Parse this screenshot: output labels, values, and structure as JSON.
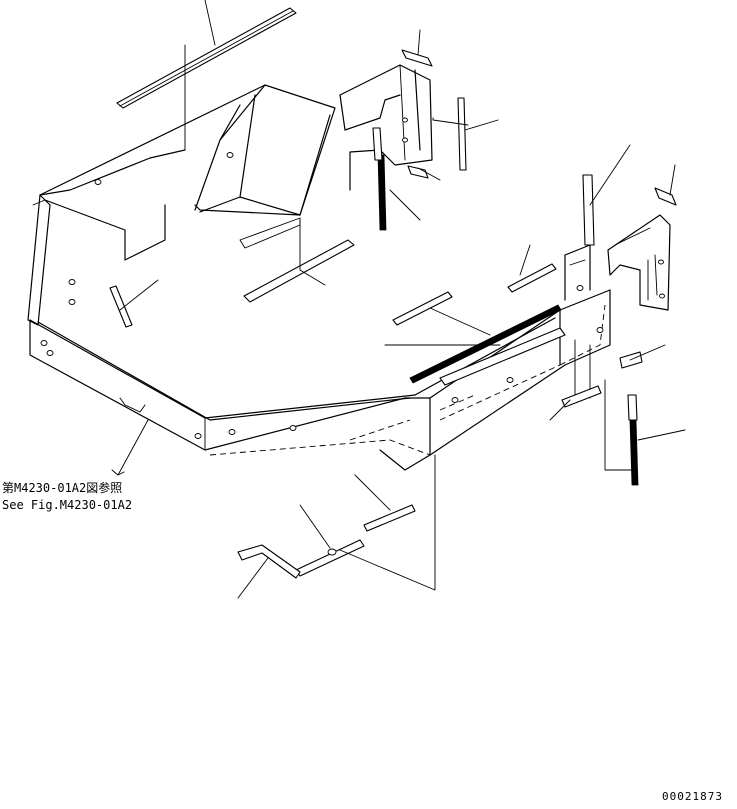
{
  "reference_note": {
    "line_ja": "第M4230-01A2図参照",
    "line_en": "See Fig.M4230-01A2"
  },
  "drawing_code": "00021873"
}
